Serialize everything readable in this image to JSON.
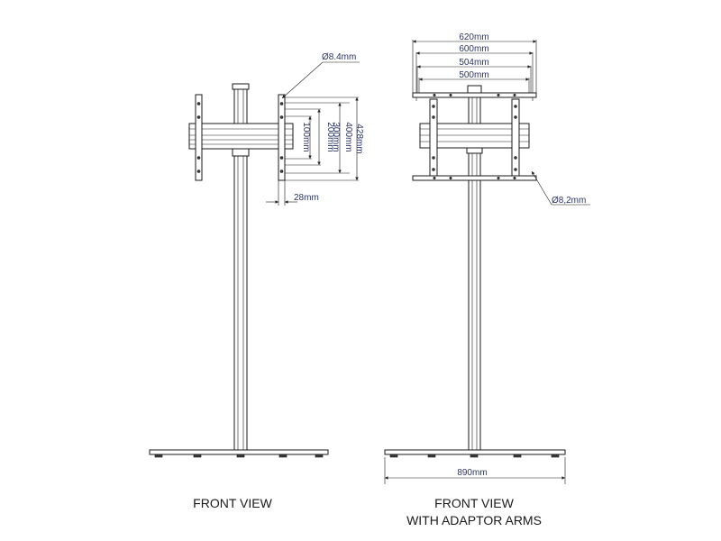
{
  "left_view": {
    "caption": "FRONT VIEW",
    "hole_diameter": "Ø8.4mm",
    "dims": {
      "d100": "100mm",
      "d200": "200mm",
      "d300": "300mm",
      "d400": "400mm",
      "d428": "428mm",
      "d28": "28mm"
    }
  },
  "right_view": {
    "caption_line1": "FRONT VIEW",
    "caption_line2": "WITH ADAPTOR ARMS",
    "hole_diameter": "Ø8,2mm",
    "dims": {
      "d620": "620mm",
      "d600": "600mm",
      "d504": "504mm",
      "d500": "500mm",
      "d890": "890mm"
    }
  }
}
